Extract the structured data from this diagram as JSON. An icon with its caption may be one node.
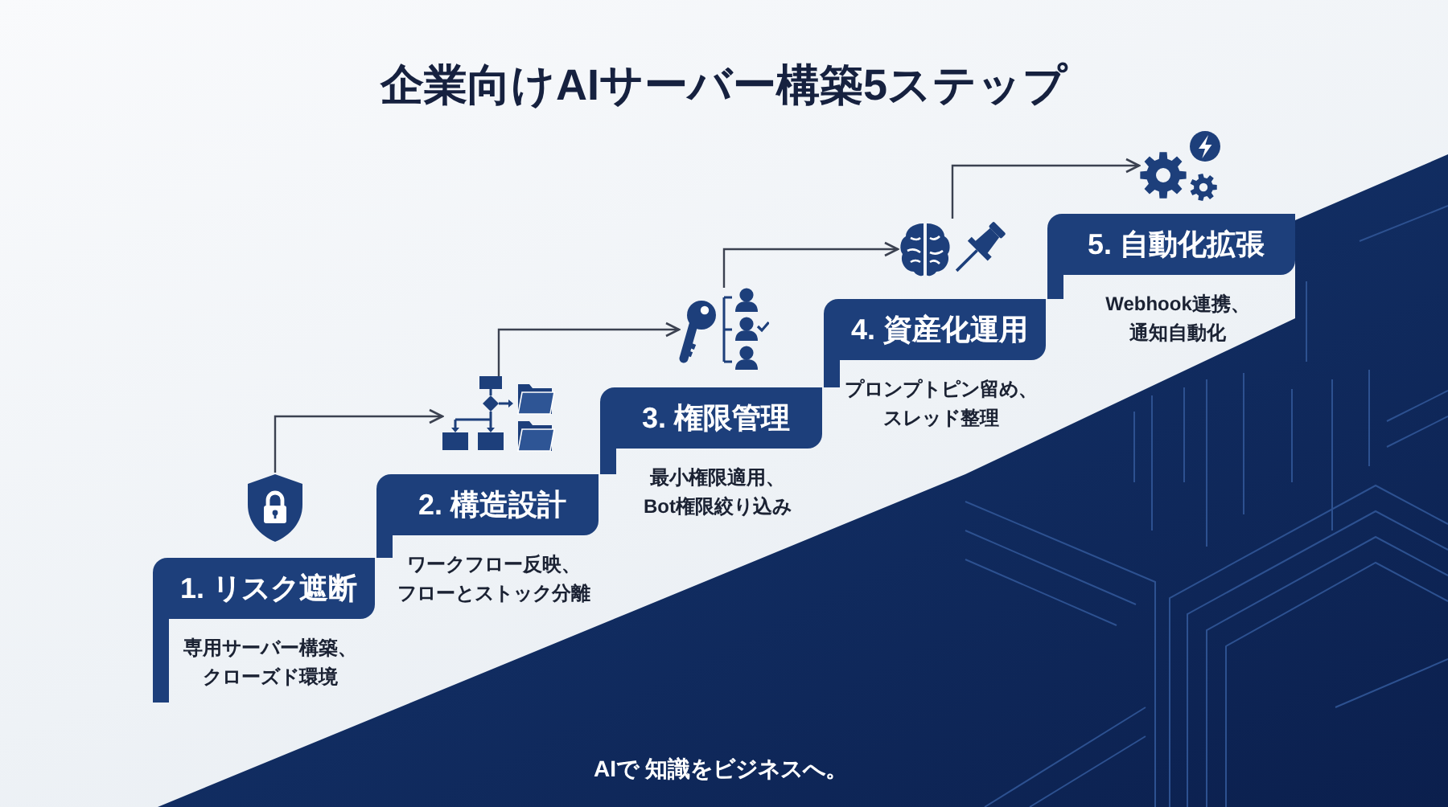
{
  "diagram": {
    "title": "企業向けAIサーバー構築5ステップ",
    "nodes": [
      {
        "text": [
          "1. リスク遮断",
          "専用サーバー構築、クローズド環境"
        ]
      },
      {
        "text": [
          "2. 構造設計",
          "ワークフロー反映、フローとストック分離"
        ]
      },
      {
        "text": [
          "3. 権限管理",
          "最小権限適用、Bot権限絞り込み"
        ]
      },
      {
        "text": [
          "4. 資産化運用",
          "プロンプトピン留め、スレッド整理"
        ]
      },
      {
        "text": [
          "5. 自動化拡張",
          "Webhook連携、通知自動化"
        ]
      },
      {
        "text": [],
        "shape": "picture"
      },
      {
        "text": [],
        "shape": "picture"
      },
      {
        "text": [],
        "shape": "picture"
      },
      {
        "text": [],
        "shape": "picture"
      },
      {
        "text": [],
        "shape": "picture"
      }
    ],
    "edges": [
      {
        "from": 5,
        "to": 6,
        "arrow": "to"
      },
      {
        "from": 6,
        "to": 7,
        "arrow": "to"
      },
      {
        "from": 7,
        "to": 8,
        "arrow": "to"
      },
      {
        "from": 8,
        "to": 9,
        "arrow": "to"
      }
    ],
    "labels": [
      "AIで 知識をビジネスへ。"
    ]
  }
}
